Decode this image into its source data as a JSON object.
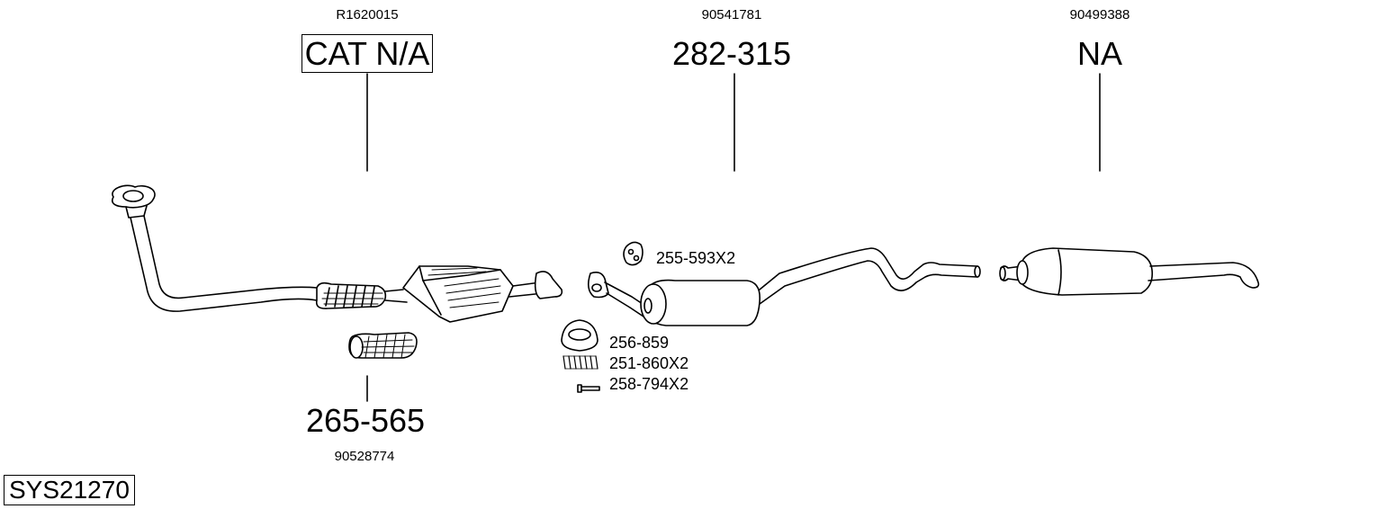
{
  "diagram_id": "SYS21270",
  "parts": [
    {
      "ref": "R1620015",
      "number": "CAT N/A",
      "boxed": true
    },
    {
      "ref": "90541781",
      "number": "282-315",
      "boxed": false
    },
    {
      "ref": "90499388",
      "number": "NA",
      "boxed": false
    },
    {
      "ref": "90528774",
      "number": "265-565",
      "boxed": false
    }
  ],
  "accessories": [
    {
      "number": "255-593X2",
      "icon": "rubber-hanger-icon"
    },
    {
      "number": "256-859",
      "icon": "sealing-ring-icon"
    },
    {
      "number": "251-860X2",
      "icon": "spring-icon"
    },
    {
      "number": "258-794X2",
      "icon": "bolt-icon"
    }
  ]
}
